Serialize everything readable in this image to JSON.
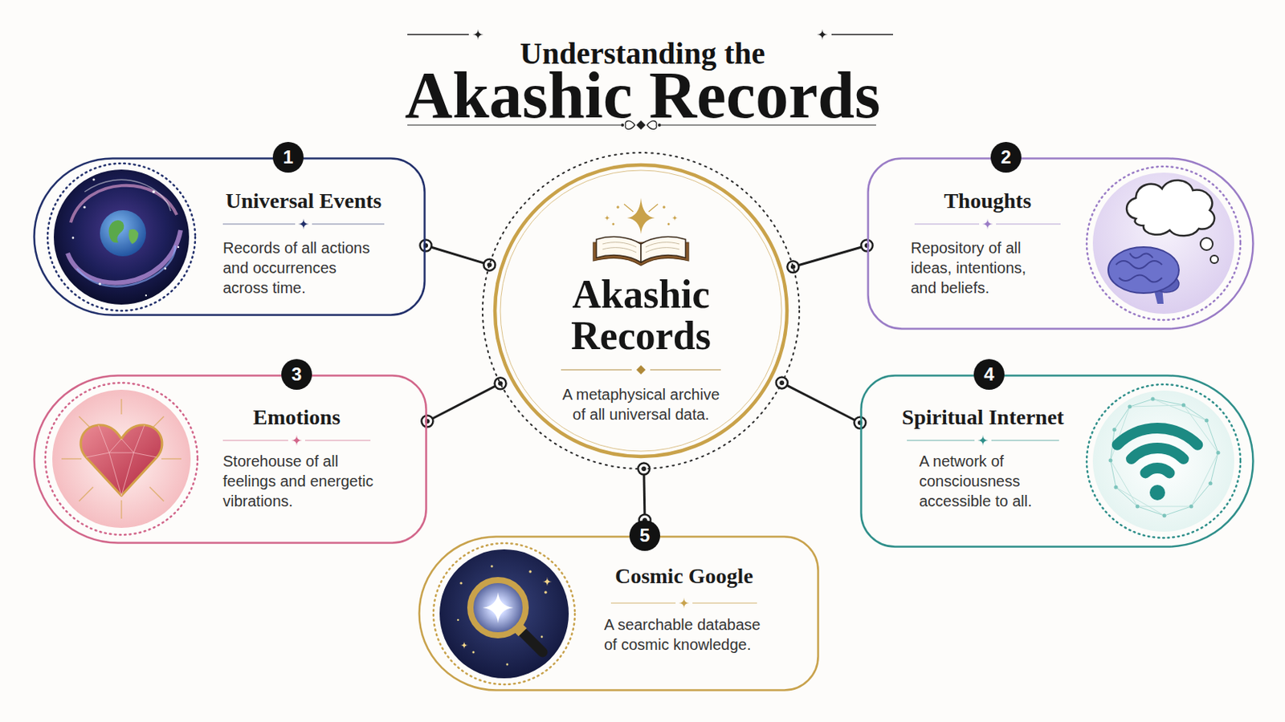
{
  "diagram": {
    "title": "Understanding the Akashic Records",
    "nodes": [
      {
        "text": [
          "Akashic Records",
          "A metaphysical archive of all universal data."
        ]
      },
      {
        "text": [
          "1",
          "Universal Events",
          "Records of all actions and occurrences across time."
        ]
      },
      {
        "text": [
          "2",
          "Thoughts",
          "Repository of all ideas, intentions, and beliefs."
        ]
      },
      {
        "text": [
          "3",
          "Emotions",
          "Storehouse of all feelings and energetic vibrations."
        ]
      },
      {
        "text": [
          "4",
          "Spiritual Internet",
          "A network of consciousness accessible to all."
        ]
      },
      {
        "text": [
          "5",
          "Cosmic Google",
          "A searchable database of cosmic knowledge."
        ]
      }
    ],
    "edges": [
      {
        "from": 0,
        "to": 1,
        "arrow": "none"
      },
      {
        "from": 0,
        "to": 2,
        "arrow": "none"
      },
      {
        "from": 0,
        "to": 3,
        "arrow": "none"
      },
      {
        "from": 0,
        "to": 4,
        "arrow": "none"
      },
      {
        "from": 0,
        "to": 5,
        "arrow": "none"
      }
    ]
  }
}
